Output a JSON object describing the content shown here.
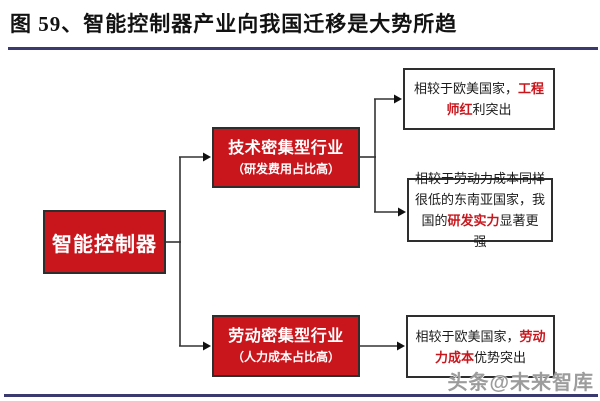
{
  "figure": {
    "title": "图 59、智能控制器产业向我国迁移是大势所趋"
  },
  "diagram": {
    "root": {
      "label": "智能控制器"
    },
    "branches": [
      {
        "title": "技术密集型行业",
        "subtitle": "（研发费用占比高）"
      },
      {
        "title": "劳动密集型行业",
        "subtitle": "（人力成本占比高）"
      }
    ],
    "notes": [
      {
        "pre": "相较于欧美国家，",
        "highlight": "工程师红",
        "post": "利突出"
      },
      {
        "pre": "相较于劳动力成本同样很低的东南亚国家，我国的",
        "highlight": "研发实力",
        "post": "显著更强"
      },
      {
        "pre": "相较于欧美国家，",
        "highlight": "劳动力成本",
        "post": "优势突出"
      }
    ]
  },
  "watermark": "头条@未来智库",
  "colors": {
    "box_red": "#c9161d",
    "highlight_red": "#c9161d",
    "rule_navy": "#3a3a6e",
    "connector_dark": "#333333",
    "box_text_white": "#ffffff"
  }
}
